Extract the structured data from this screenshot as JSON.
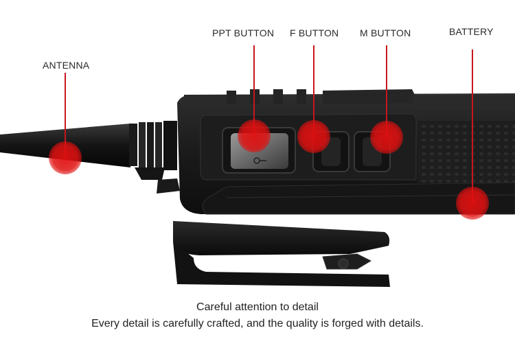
{
  "callouts": {
    "antenna": "ANTENNA",
    "ppt_button": "PPT BUTTON",
    "f_button": "F BUTTON",
    "m_button": "M BUTTON",
    "battery": "BATTERY"
  },
  "caption": {
    "title": "Careful attention to detail",
    "body": "Every detail is carefully crafted, and the quality is forged with details."
  },
  "colors": {
    "marker": "#e01010",
    "leader_line": "#c8161d",
    "radio_body": "#1c1c1c"
  },
  "icons": {
    "ppt_key_glyph": "key-icon"
  }
}
